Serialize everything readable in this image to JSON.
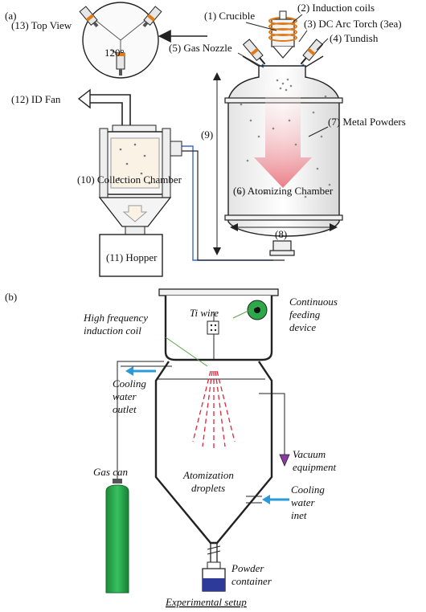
{
  "part_a": {
    "panel_label": "(a)",
    "labels": {
      "crucible": "(1) Crucible",
      "induction_coils": "(2) Induction coils",
      "dc_arc_torch": "(3) DC Arc Torch (3ea)",
      "tundish": "(4) Tundish",
      "gas_nozzle": "(5) Gas Nozzle",
      "atomizing_chamber": "(6) Atomizing Chamber",
      "metal_powders": "(7) Metal Powders",
      "width_dim": "(8)",
      "height_dim": "(9)",
      "collection_chamber": "(10) Collection Chamber",
      "hopper": "(11) Hopper",
      "id_fan": "(12) ID Fan",
      "top_view": "(13) Top View",
      "angle": "120°"
    }
  },
  "part_b": {
    "panel_label": "(b)",
    "labels": {
      "ti_wire": "Ti wire",
      "continuous_feeding_1": "Continuous",
      "continuous_feeding_2": "feeding",
      "continuous_feeding_3": "device",
      "hf_coil_1": "High frequency",
      "hf_coil_2": "induction coil",
      "cooling_out_1": "Cooling",
      "cooling_out_2": "water",
      "cooling_out_3": "outlet",
      "vacuum_1": "Vacuum",
      "vacuum_2": "equipment",
      "gas_can": "Gas can",
      "atomization_1": "Atomization",
      "atomization_2": "droplets",
      "cooling_in_1": "Cooling",
      "cooling_in_2": "water",
      "cooling_in_3": "inet",
      "powder_1": "Powder",
      "powder_2": "container",
      "caption": "Experimental setup"
    }
  },
  "colors": {
    "arrow_pink": "#f08a8a",
    "coil_orange": "#e07b1a",
    "green_cylinder": "#22a84a",
    "cooling_blue": "#2a9ad8",
    "vacuum_purple": "#8a3aa0",
    "spray_red": "#d8283a",
    "powder_blue": "#2e3a9a",
    "feeder_green": "#2aa84a"
  }
}
